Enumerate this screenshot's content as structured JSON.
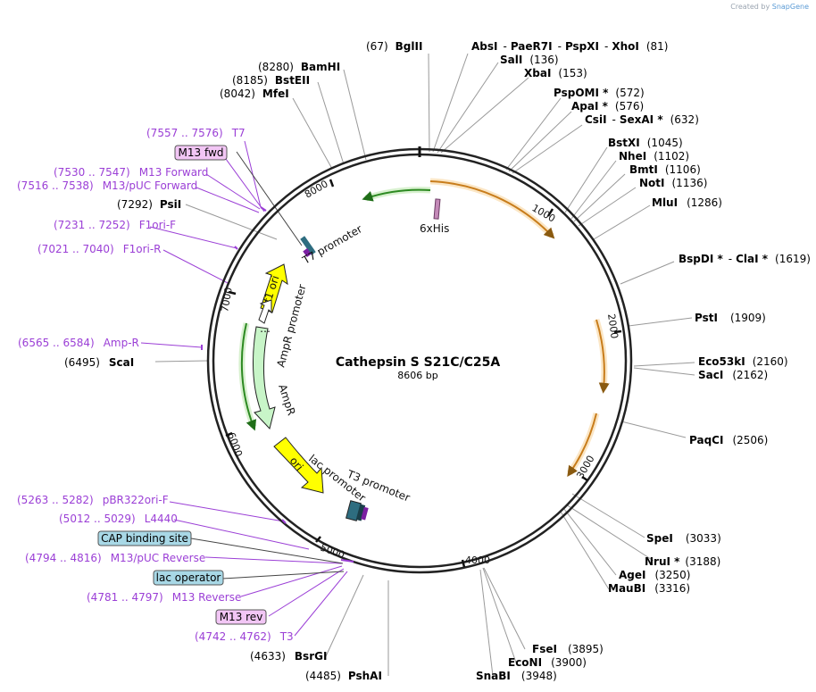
{
  "credit": {
    "prefix": "Created by",
    "brand": "SnapGene"
  },
  "plasmid": {
    "name": "Cathepsin S S21C/C25A",
    "length": "8606 bp"
  },
  "ticks": [
    "1000",
    "2000",
    "3000",
    "4000",
    "5000",
    "6000",
    "7000",
    "8000"
  ],
  "enzymes": [
    {
      "pos": "(67)",
      "name": "BglII"
    },
    {
      "name": "AbsI"
    },
    {
      "name": "PaeR7I"
    },
    {
      "name": "PspXI"
    },
    {
      "name": "XhoI"
    },
    {
      "pos": "(81)"
    },
    {
      "name": "SalI",
      "pos": "(136)"
    },
    {
      "name": "XbaI",
      "pos": "(153)"
    },
    {
      "name": "PspOMI *",
      "pos": "(572)"
    },
    {
      "name": "ApaI *",
      "pos": "(576)"
    },
    {
      "name": "CsiI"
    },
    {
      "name": "SexAI *"
    },
    {
      "pos": "(632)"
    },
    {
      "name": "BstXI",
      "pos": "(1045)"
    },
    {
      "name": "NheI",
      "pos": "(1102)"
    },
    {
      "name": "BmtI",
      "pos": "(1106)"
    },
    {
      "name": "NotI",
      "pos": "(1136)"
    },
    {
      "name": "MluI",
      "pos": "(1286)"
    },
    {
      "name": "BspDI *"
    },
    {
      "name": "ClaI *"
    },
    {
      "pos": "(1619)"
    },
    {
      "name": "PstI",
      "pos": "(1909)"
    },
    {
      "name": "Eco53kI",
      "pos": "(2160)"
    },
    {
      "name": "SacI",
      "pos": "(2162)"
    },
    {
      "name": "PaqCI",
      "pos": "(2506)"
    },
    {
      "name": "SpeI",
      "pos": "(3033)"
    },
    {
      "name": "NruI *",
      "pos": "(3188)"
    },
    {
      "name": "AgeI",
      "pos": "(3250)"
    },
    {
      "name": "MauBI",
      "pos": "(3316)"
    },
    {
      "name": "FseI",
      "pos": "(3895)"
    },
    {
      "name": "EcoNI",
      "pos": "(3900)"
    },
    {
      "name": "SnaBI",
      "pos": "(3948)"
    },
    {
      "pos": "(4485)",
      "name": "PshAI"
    },
    {
      "pos": "(4633)",
      "name": "BsrGI"
    },
    {
      "pos": "(6495)",
      "name": "ScaI"
    },
    {
      "pos": "(7292)",
      "name": "PsiI"
    },
    {
      "pos": "(8042)",
      "name": "MfeI"
    },
    {
      "pos": "(8185)",
      "name": "BstEII"
    },
    {
      "pos": "(8280)",
      "name": "BamHI"
    }
  ],
  "primers": [
    {
      "range": "(7557 .. 7576)",
      "name": "T7"
    },
    {
      "range": "(7530 .. 7547)",
      "name": "M13 Forward"
    },
    {
      "range": "(7516 .. 7538)",
      "name": "M13/pUC Forward"
    },
    {
      "range": "(7231 .. 7252)",
      "name": "F1ori-F"
    },
    {
      "range": "(7021 .. 7040)",
      "name": "F1ori-R"
    },
    {
      "range": "(6565 .. 6584)",
      "name": "Amp-R"
    },
    {
      "range": "(5263 .. 5282)",
      "name": "pBR322ori-F"
    },
    {
      "range": "(5012 .. 5029)",
      "name": "L4440"
    },
    {
      "range": "(4794 .. 4816)",
      "name": "M13/pUC Reverse"
    },
    {
      "range": "(4781 .. 4797)",
      "name": "M13 Reverse"
    },
    {
      "range": "(4742 .. 4762)",
      "name": "T3"
    }
  ],
  "boxes": {
    "m13fwd": "M13 fwd",
    "cap": "CAP binding site",
    "lacop": "lac operator",
    "m13rev": "M13 rev"
  },
  "features": {
    "his": "6xHis",
    "t7": "T7 promoter",
    "f1": "f1 ori",
    "ampr_prom": "AmpR promoter",
    "ampr": "AmpR",
    "ori": "ori",
    "lac": "lac promoter",
    "t3": "T3 promoter"
  },
  "colors": {
    "backbone": "#222222",
    "enzyme_line": "#888888",
    "primer": "#9b3fd6",
    "orange": "#e8a13a",
    "green": "#33a02c",
    "yellow": "#ffff00",
    "mint": "#c8f5c8",
    "box_purple": "#f2c6f5",
    "box_blue": "#a8d8e6"
  }
}
